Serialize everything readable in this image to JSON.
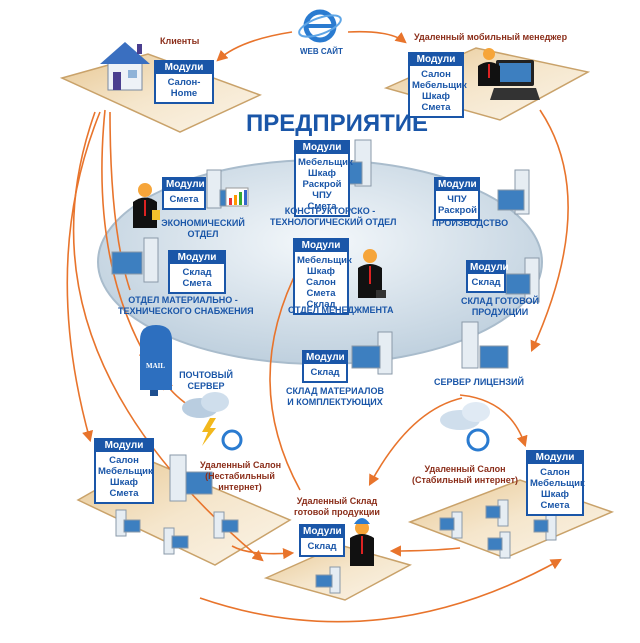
{
  "title": "ПРЕДПРИЯТИЕ",
  "modules_header": "Модули",
  "website": {
    "label": "WEB САЙТ",
    "icon": "internet-explorer-icon"
  },
  "colors": {
    "accent_blue": "#1a56a8",
    "arrow_orange": "#e8742c",
    "remote_label": "#8b2e1a",
    "platform": "#f2dcb8",
    "oval": "#cfdde8"
  },
  "clients": {
    "label": "Клиенты",
    "modules": [
      "Салон-Home"
    ],
    "icon": "house-icon"
  },
  "mobile_manager": {
    "label": "Удаленный мобильный менеджер",
    "modules": [
      "Салон",
      "Мебельщик",
      "Шкаф",
      "Смета"
    ],
    "icon": "laptop-icon"
  },
  "departments": {
    "economic": {
      "label_line1": "ЭКОНОМИЧЕСКИЙ",
      "label_line2": "ОТДЕЛ",
      "modules": [
        "Смета"
      ]
    },
    "design": {
      "label_line1": "КОНСТРУКТОРСКО -",
      "label_line2": "ТЕХНОЛОГИЧЕСКИЙ ОТДЕЛ",
      "modules": [
        "Мебельщик",
        "Шкаф",
        "Раскрой",
        "ЧПУ",
        "Смета"
      ]
    },
    "production": {
      "label_line1": "ПРОИЗВОДСТВО",
      "modules": [
        "ЧПУ",
        "Раскрой"
      ]
    },
    "supply": {
      "label_line1": "ОТДЕЛ МАТЕРИАЛЬНО -",
      "label_line2": "ТЕХНИЧЕСКОГО СНАБЖЕНИЯ",
      "modules": [
        "Склад",
        "Смета"
      ]
    },
    "management": {
      "label_line1": "ОТДЕЛ МЕНЕДЖМЕНТА",
      "modules": [
        "Мебельщик",
        "Шкаф",
        "Салон",
        "Смета",
        "Склад"
      ]
    },
    "finished_goods": {
      "label_line1": "СКЛАД ГОТОВОЙ",
      "label_line2": "ПРОДУКЦИИ",
      "modules": [
        "Склад"
      ]
    },
    "mail_server": {
      "label_line1": "ПОЧТОВЫЙ",
      "label_line2": "СЕРВЕР",
      "mailbox_text": "MAIL"
    },
    "materials_warehouse": {
      "label_line1": "СКЛАД МАТЕРИАЛОВ",
      "label_line2": "И КОМПЛЕКТУЮЩИХ",
      "modules": [
        "Склад"
      ]
    },
    "license_server": {
      "label_line1": "СЕРВЕР ЛИЦЕНЗИЙ"
    }
  },
  "remote_salon_unstable": {
    "label_line1": "Удаленный Салон",
    "label_line2": "(Нестабильный",
    "label_line3": "интернет)",
    "modules": [
      "Салон",
      "Мебельщик",
      "Шкаф",
      "Смета"
    ]
  },
  "remote_salon_stable": {
    "label_line1": "Удаленный Салон",
    "label_line2": "(Стабильный интернет)",
    "modules": [
      "Салон",
      "Мебельщик",
      "Шкаф",
      "Смета"
    ]
  },
  "remote_warehouse": {
    "label_line1": "Удаленный Склад",
    "label_line2": "готовой продукции",
    "modules": [
      "Склад"
    ]
  }
}
